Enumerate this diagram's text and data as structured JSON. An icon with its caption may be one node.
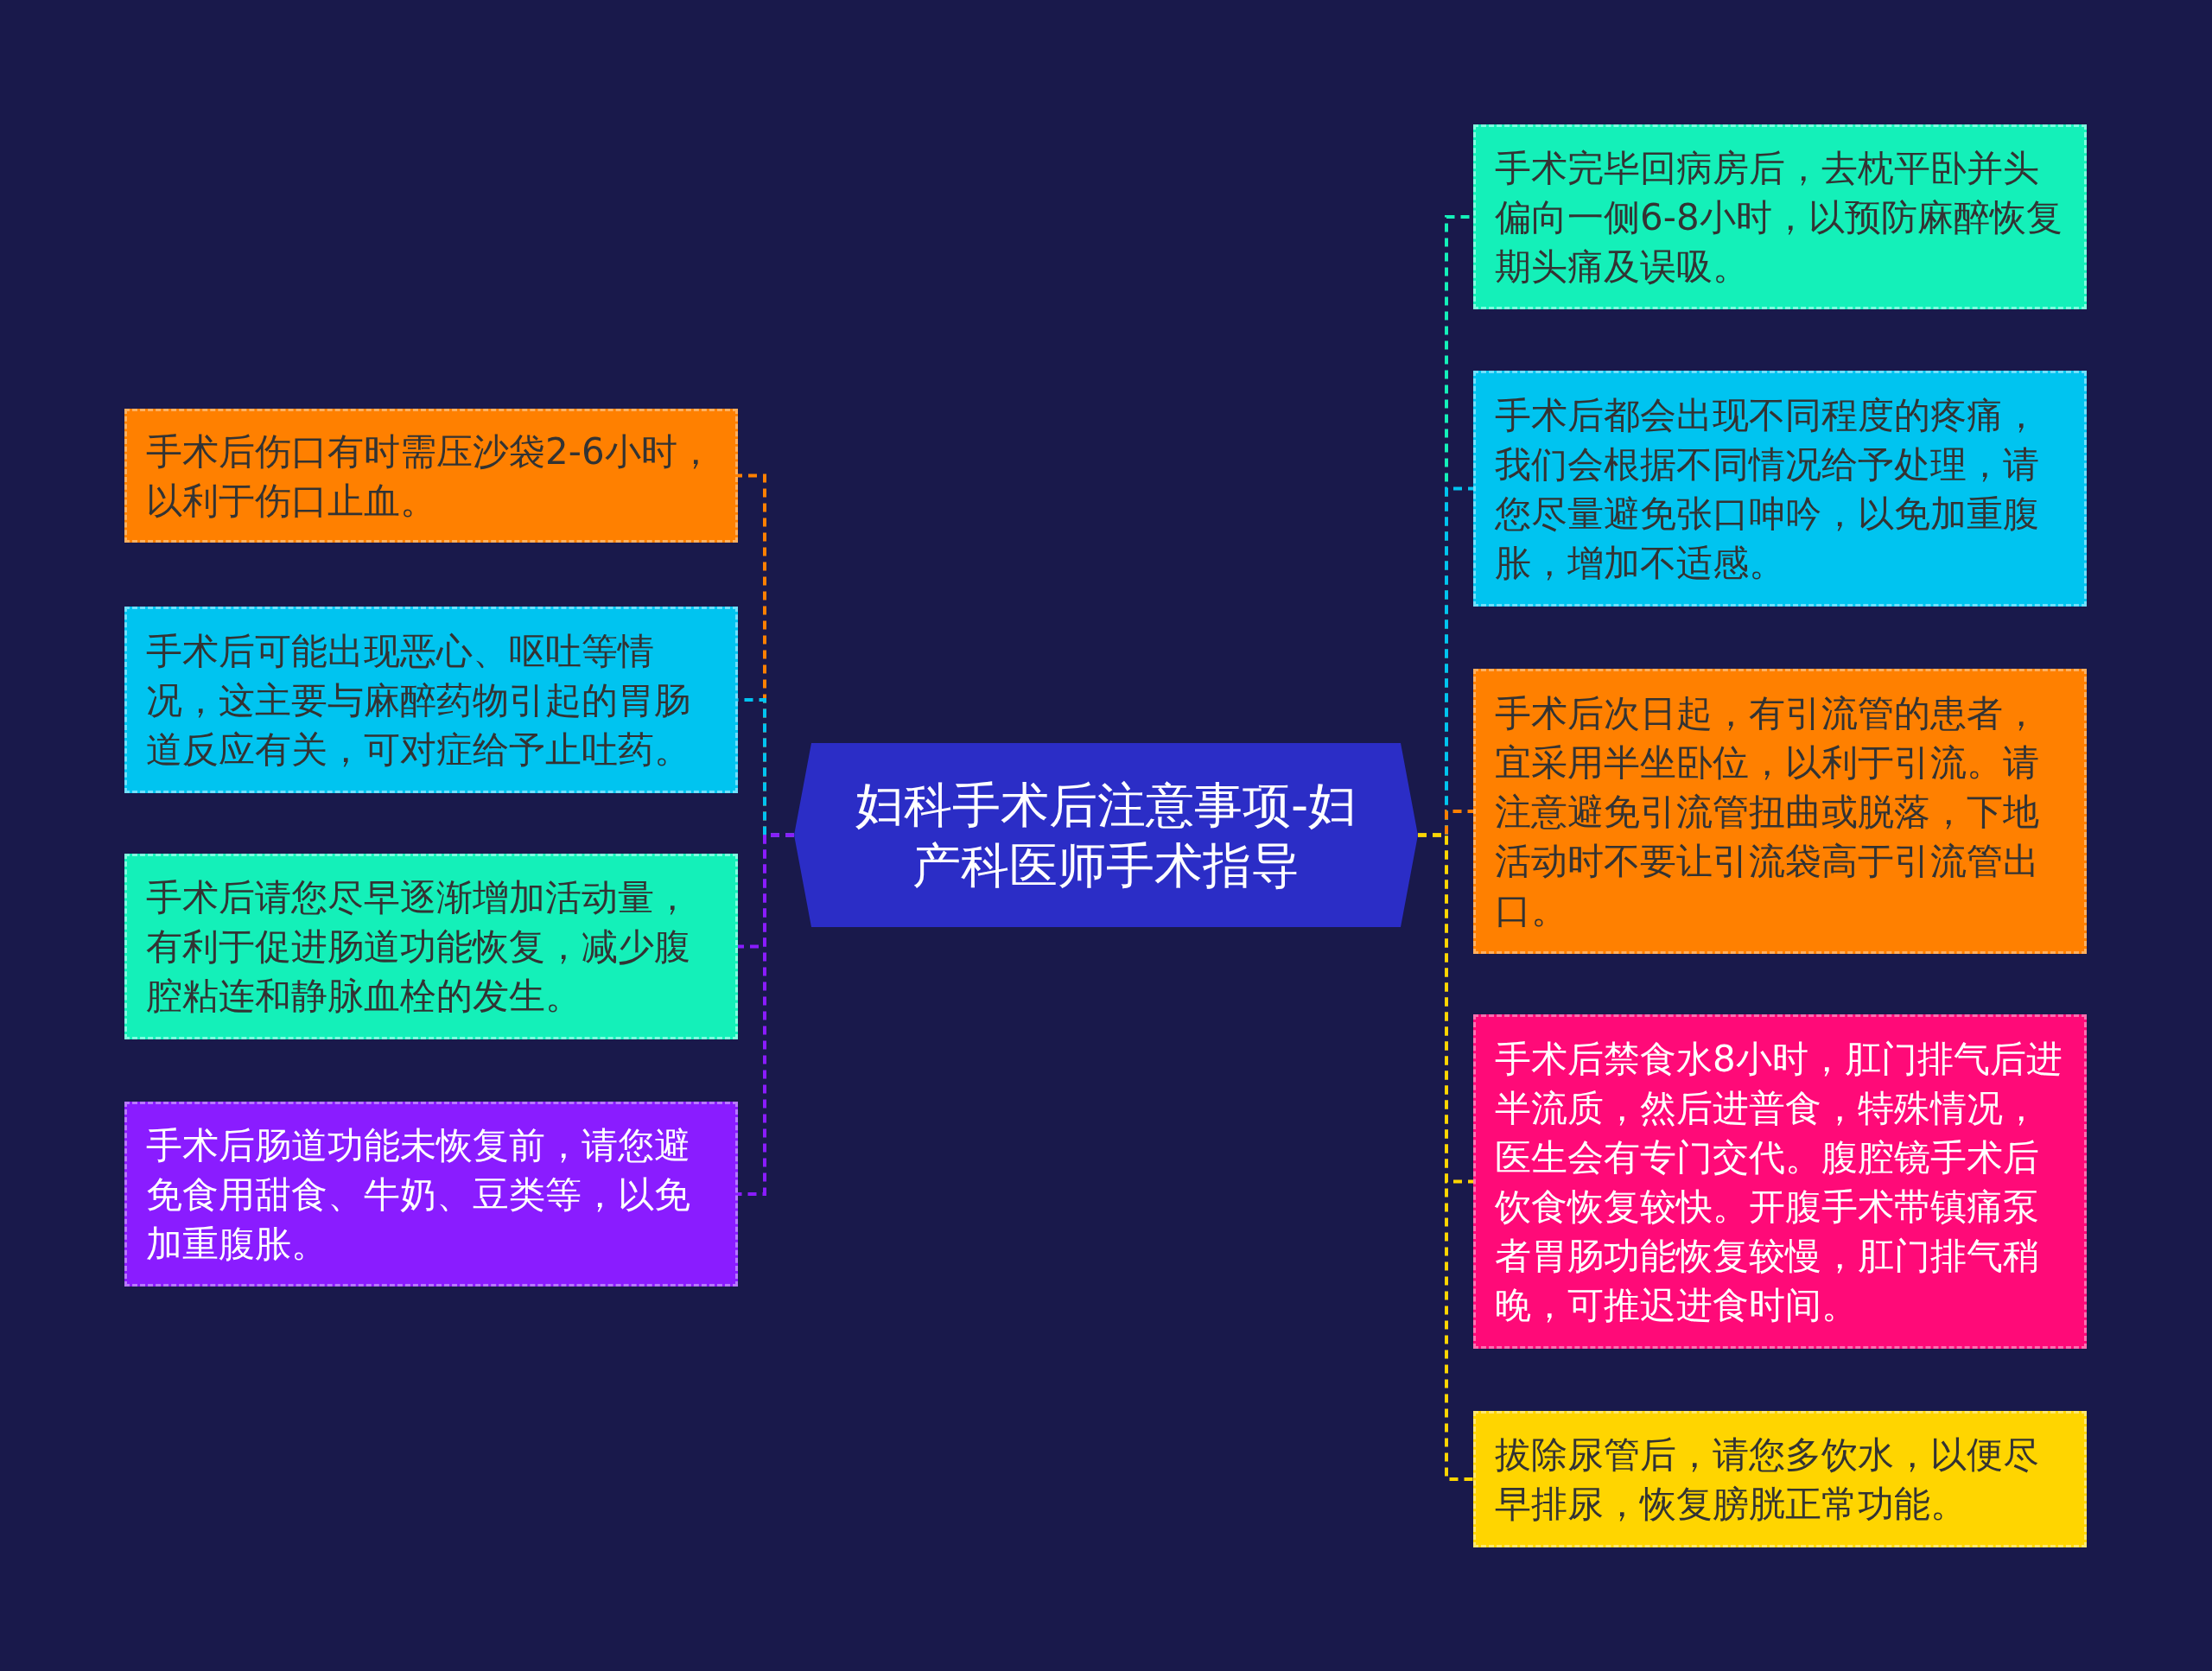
{
  "diagram": {
    "nodes": [
      {
        "text": [
          "妇科手术后注意事项-妇产科医师手术指导"
        ]
      },
      {
        "text": [
          "手术后伤口有时需压沙袋2-6小时，以利于伤口止血。"
        ]
      },
      {
        "text": [
          "手术后可能出现恶心、呕吐等情况，这主要与麻醉药物引起的胃肠道反应有关，可对症给予止吐药。"
        ]
      },
      {
        "text": [
          "手术后请您尽早逐渐增加活动量，有利于促进肠道功能恢复，减少腹腔粘连和静脉血栓的发生。"
        ]
      },
      {
        "text": [
          "手术后肠道功能未恢复前，请您避免食用甜食、牛奶、豆类等，以免加重腹胀。"
        ]
      },
      {
        "text": [
          "手术完毕回病房后，去枕平卧并头偏向一侧6-8小时，以预防麻醉恢复期头痛及误吸。"
        ]
      },
      {
        "text": [
          "手术后都会出现不同程度的疼痛，我们会根据不同情况给予处理，请您尽量避免张口呻吟，以免加重腹胀，增加不适感。"
        ]
      },
      {
        "text": [
          "手术后次日起，有引流管的患者，宜采用半坐卧位，以利于引流。请注意避免引流管扭曲或脱落，下地活动时不要让引流袋高于引流管出口。"
        ]
      },
      {
        "text": [
          "手术后禁食水8小时，肛门排气后进半流质，然后进普食，特殊情况，医生会有专门交代。腹腔镜手术后饮食恢复较快。开腹手术带镇痛泵者胃肠功能恢复较慢，肛门排气稍晚，可推迟进食时间。"
        ]
      },
      {
        "text": [
          "拔除尿管后，请您多饮水，以便尽早排尿，恢复膀胱正常功能。"
        ]
      }
    ],
    "edges": [
      {
        "from": 0,
        "to": 1,
        "arrow": "none",
        "style": "dashed",
        "color": "#ff8000"
      },
      {
        "from": 0,
        "to": 2,
        "arrow": "none",
        "style": "dashed",
        "color": "#00c4f0"
      },
      {
        "from": 0,
        "to": 3,
        "arrow": "none",
        "style": "dashed",
        "color": "#8a1cff"
      },
      {
        "from": 0,
        "to": 4,
        "arrow": "none",
        "style": "dashed",
        "color": "#8a1cff"
      },
      {
        "from": 0,
        "to": 5,
        "arrow": "none",
        "style": "dashed",
        "color": "#14f0b9"
      },
      {
        "from": 0,
        "to": 6,
        "arrow": "none",
        "style": "dashed",
        "color": "#00c4f0"
      },
      {
        "from": 0,
        "to": 7,
        "arrow": "none",
        "style": "dashed",
        "color": "#ff8000"
      },
      {
        "from": 0,
        "to": 8,
        "arrow": "none",
        "style": "dashed",
        "color": "#ffd500"
      },
      {
        "from": 0,
        "to": 9,
        "arrow": "none",
        "style": "dashed",
        "color": "#ffd500"
      }
    ]
  }
}
